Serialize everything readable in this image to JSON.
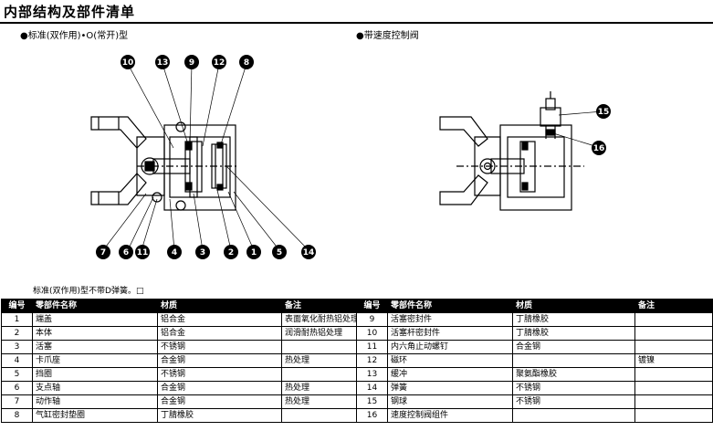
{
  "page_title": "内部结构及部件清单",
  "left_section_label": "●标准(双作用)•O(常开)型",
  "right_section_label": "●带速度控制阀",
  "callouts_left_top": [
    "10",
    "13",
    "9",
    "12",
    "8"
  ],
  "callouts_left_bottom": [
    "7",
    "6",
    "11",
    "4",
    "3",
    "2",
    "1",
    "5",
    "14"
  ],
  "callouts_right": [
    "15",
    "16"
  ],
  "note": "标准(双作用)型不带D弹簧。□",
  "table": {
    "headers": [
      "编号",
      "零部件名称",
      "材质",
      "备注",
      "编号",
      "零部件名称",
      "材质",
      "备注"
    ],
    "rows": [
      [
        "1",
        "端盖",
        "铝合金",
        "表面氧化耐热铝处理",
        "9",
        "活塞密封件",
        "丁腈橡胶",
        ""
      ],
      [
        "2",
        "本体",
        "铝合金",
        "润滑耐热铝处理",
        "10",
        "活塞杆密封件",
        "丁腈橡胶",
        ""
      ],
      [
        "3",
        "活塞",
        "不锈钢",
        "",
        "11",
        "内六角止动螺钉",
        "合金钢",
        ""
      ],
      [
        "4",
        "卡爪座",
        "合金钢",
        "热处理",
        "12",
        "磁环",
        "",
        "镀镍"
      ],
      [
        "5",
        "挡圈",
        "不锈钢",
        "",
        "13",
        "缓冲",
        "聚氨酯橡胶",
        ""
      ],
      [
        "6",
        "支点轴",
        "合金钢",
        "热处理",
        "14",
        "弹簧",
        "不锈钢",
        ""
      ],
      [
        "7",
        "动作轴",
        "合金钢",
        "热处理",
        "15",
        "钢球",
        "不锈钢",
        ""
      ],
      [
        "8",
        "气缸密封垫圈",
        "丁腈橡胶",
        "",
        "16",
        "速度控制阀组件",
        "",
        ""
      ]
    ]
  }
}
